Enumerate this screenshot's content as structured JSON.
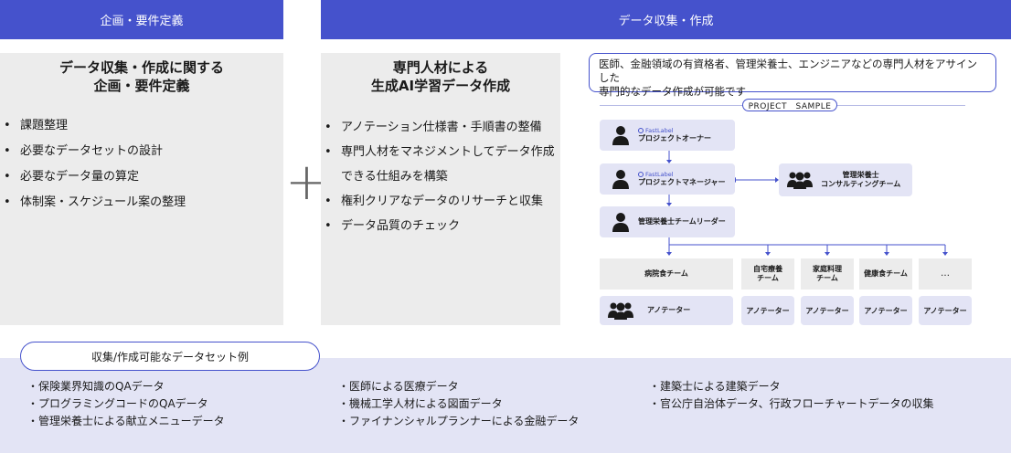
{
  "left": {
    "header": "企画・要件定義",
    "title_line1": "データ収集・作成に関する",
    "title_line2": "企画・要件定義",
    "items": [
      "課題整理",
      "必要なデータセットの設計",
      "必要なデータ量の算定",
      "体制案・スケジュール案の整理"
    ]
  },
  "plus_symbol": "+",
  "right": {
    "header": "データ収集・作成",
    "title_line1": "専門人材による",
    "title_line2": "生成AI学習データ作成",
    "items": [
      "アノテーション仕様書・手順書の整備",
      "専門人材をマネジメントしてデータ作成",
      "できる仕組みを構築",
      "権利クリアなデータのリサーチと収集",
      "データ品質のチェック"
    ],
    "callout_line1": "医師、金融領域の有資格者、管理栄養士、エンジニアなどの専門人材をアサインした",
    "callout_line2": "専門的なデータ作成が可能です"
  },
  "org": {
    "sample_label": "PROJECT　SAMPLE",
    "brand": "FastLabel",
    "owner": "プロジェクトオーナー",
    "manager": "プロジェクトマネージャー",
    "consult_line1": "管理栄養士",
    "consult_line2": "コンサルティングチーム",
    "leader": "管理栄養士チームリーダー",
    "teams": [
      {
        "line1": "病院食チーム",
        "line2": ""
      },
      {
        "line1": "自宅療養",
        "line2": "チーム"
      },
      {
        "line1": "家庭料理",
        "line2": "チーム"
      },
      {
        "line1": "健康食チーム",
        "line2": ""
      },
      {
        "line1": "…",
        "line2": ""
      }
    ],
    "annotator": "アノテーター"
  },
  "bottom": {
    "pill": "収集/作成可能なデータセット例",
    "col1": [
      "・保険業界知識のQAデータ",
      "・プログラミングコードのQAデータ",
      "・管理栄養士による献立メニューデータ"
    ],
    "col2": [
      "・医師による医療データ",
      "・機械工学人材による図面データ",
      "・ファイナンシャルプランナーによる金融データ"
    ],
    "col3": [
      "・建築士による建築データ",
      "・官公庁自治体データ、行政フローチャートデータの収集"
    ]
  },
  "colors": {
    "accent": "#4552cc",
    "panel": "#ececec",
    "node": "#e3e4f5"
  },
  "icons": [
    "person-icon",
    "group-icon",
    "fastlabel-logo-icon",
    "arrow-down-icon"
  ]
}
